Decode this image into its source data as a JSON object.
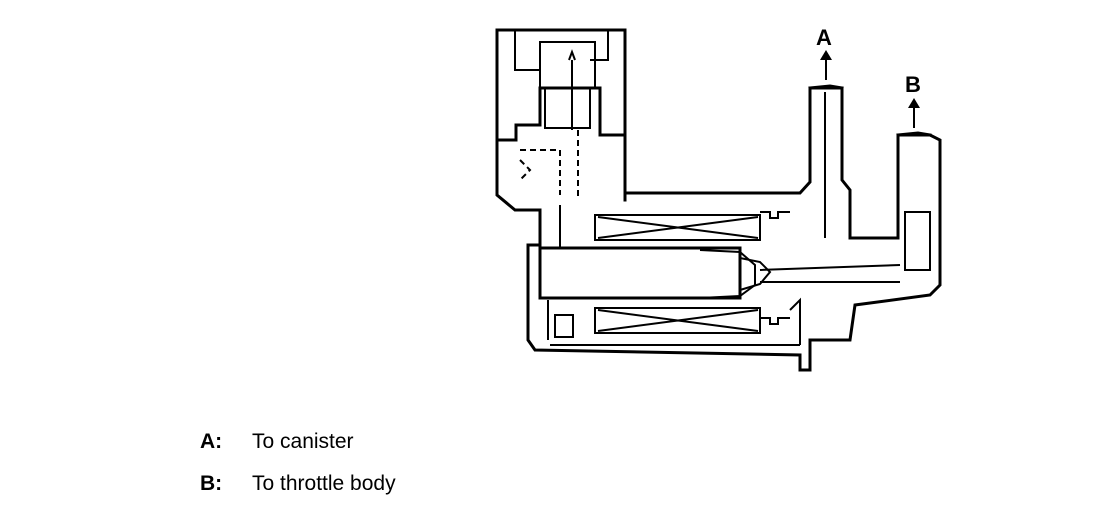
{
  "callouts": {
    "a": "A",
    "b": "B"
  },
  "legend": [
    {
      "key": "A:",
      "text": "To canister"
    },
    {
      "key": "B:",
      "text": "To throttle body"
    }
  ]
}
